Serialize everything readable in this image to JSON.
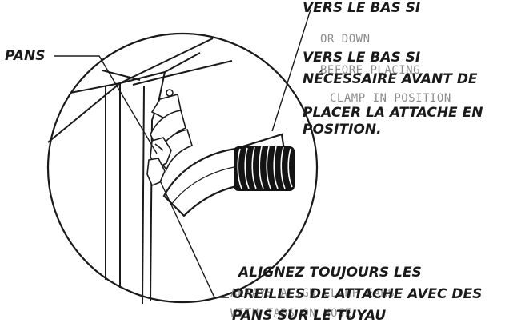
{
  "labels": {
    "tabs": "PANS",
    "note_top": [
      "VERS LE BAS SI",
      "VERS LE BAS SI",
      "NÉCESSAIRE AVANT DE",
      "PLACER LA ATTACHE EN",
      "POSITION."
    ],
    "note_bottom": [
      "ALIGNEZ TOUJOURS LES",
      "OREILLES DE ATTACHE AVEC DES",
      "PANS SUR LE TUYAU"
    ]
  },
  "ghost_text": {
    "top": [
      "OR DOWN",
      "BEFORE PLACING",
      "CLAMP IN POSITION"
    ],
    "bottom": [
      "ALWAYS ALIGN CLAMP EARS",
      "WITH TABS ON HOSE"
    ]
  },
  "colors": {
    "ink": "#1a1a1a",
    "ghost": "#8c8c8c",
    "background": "#ffffff"
  }
}
